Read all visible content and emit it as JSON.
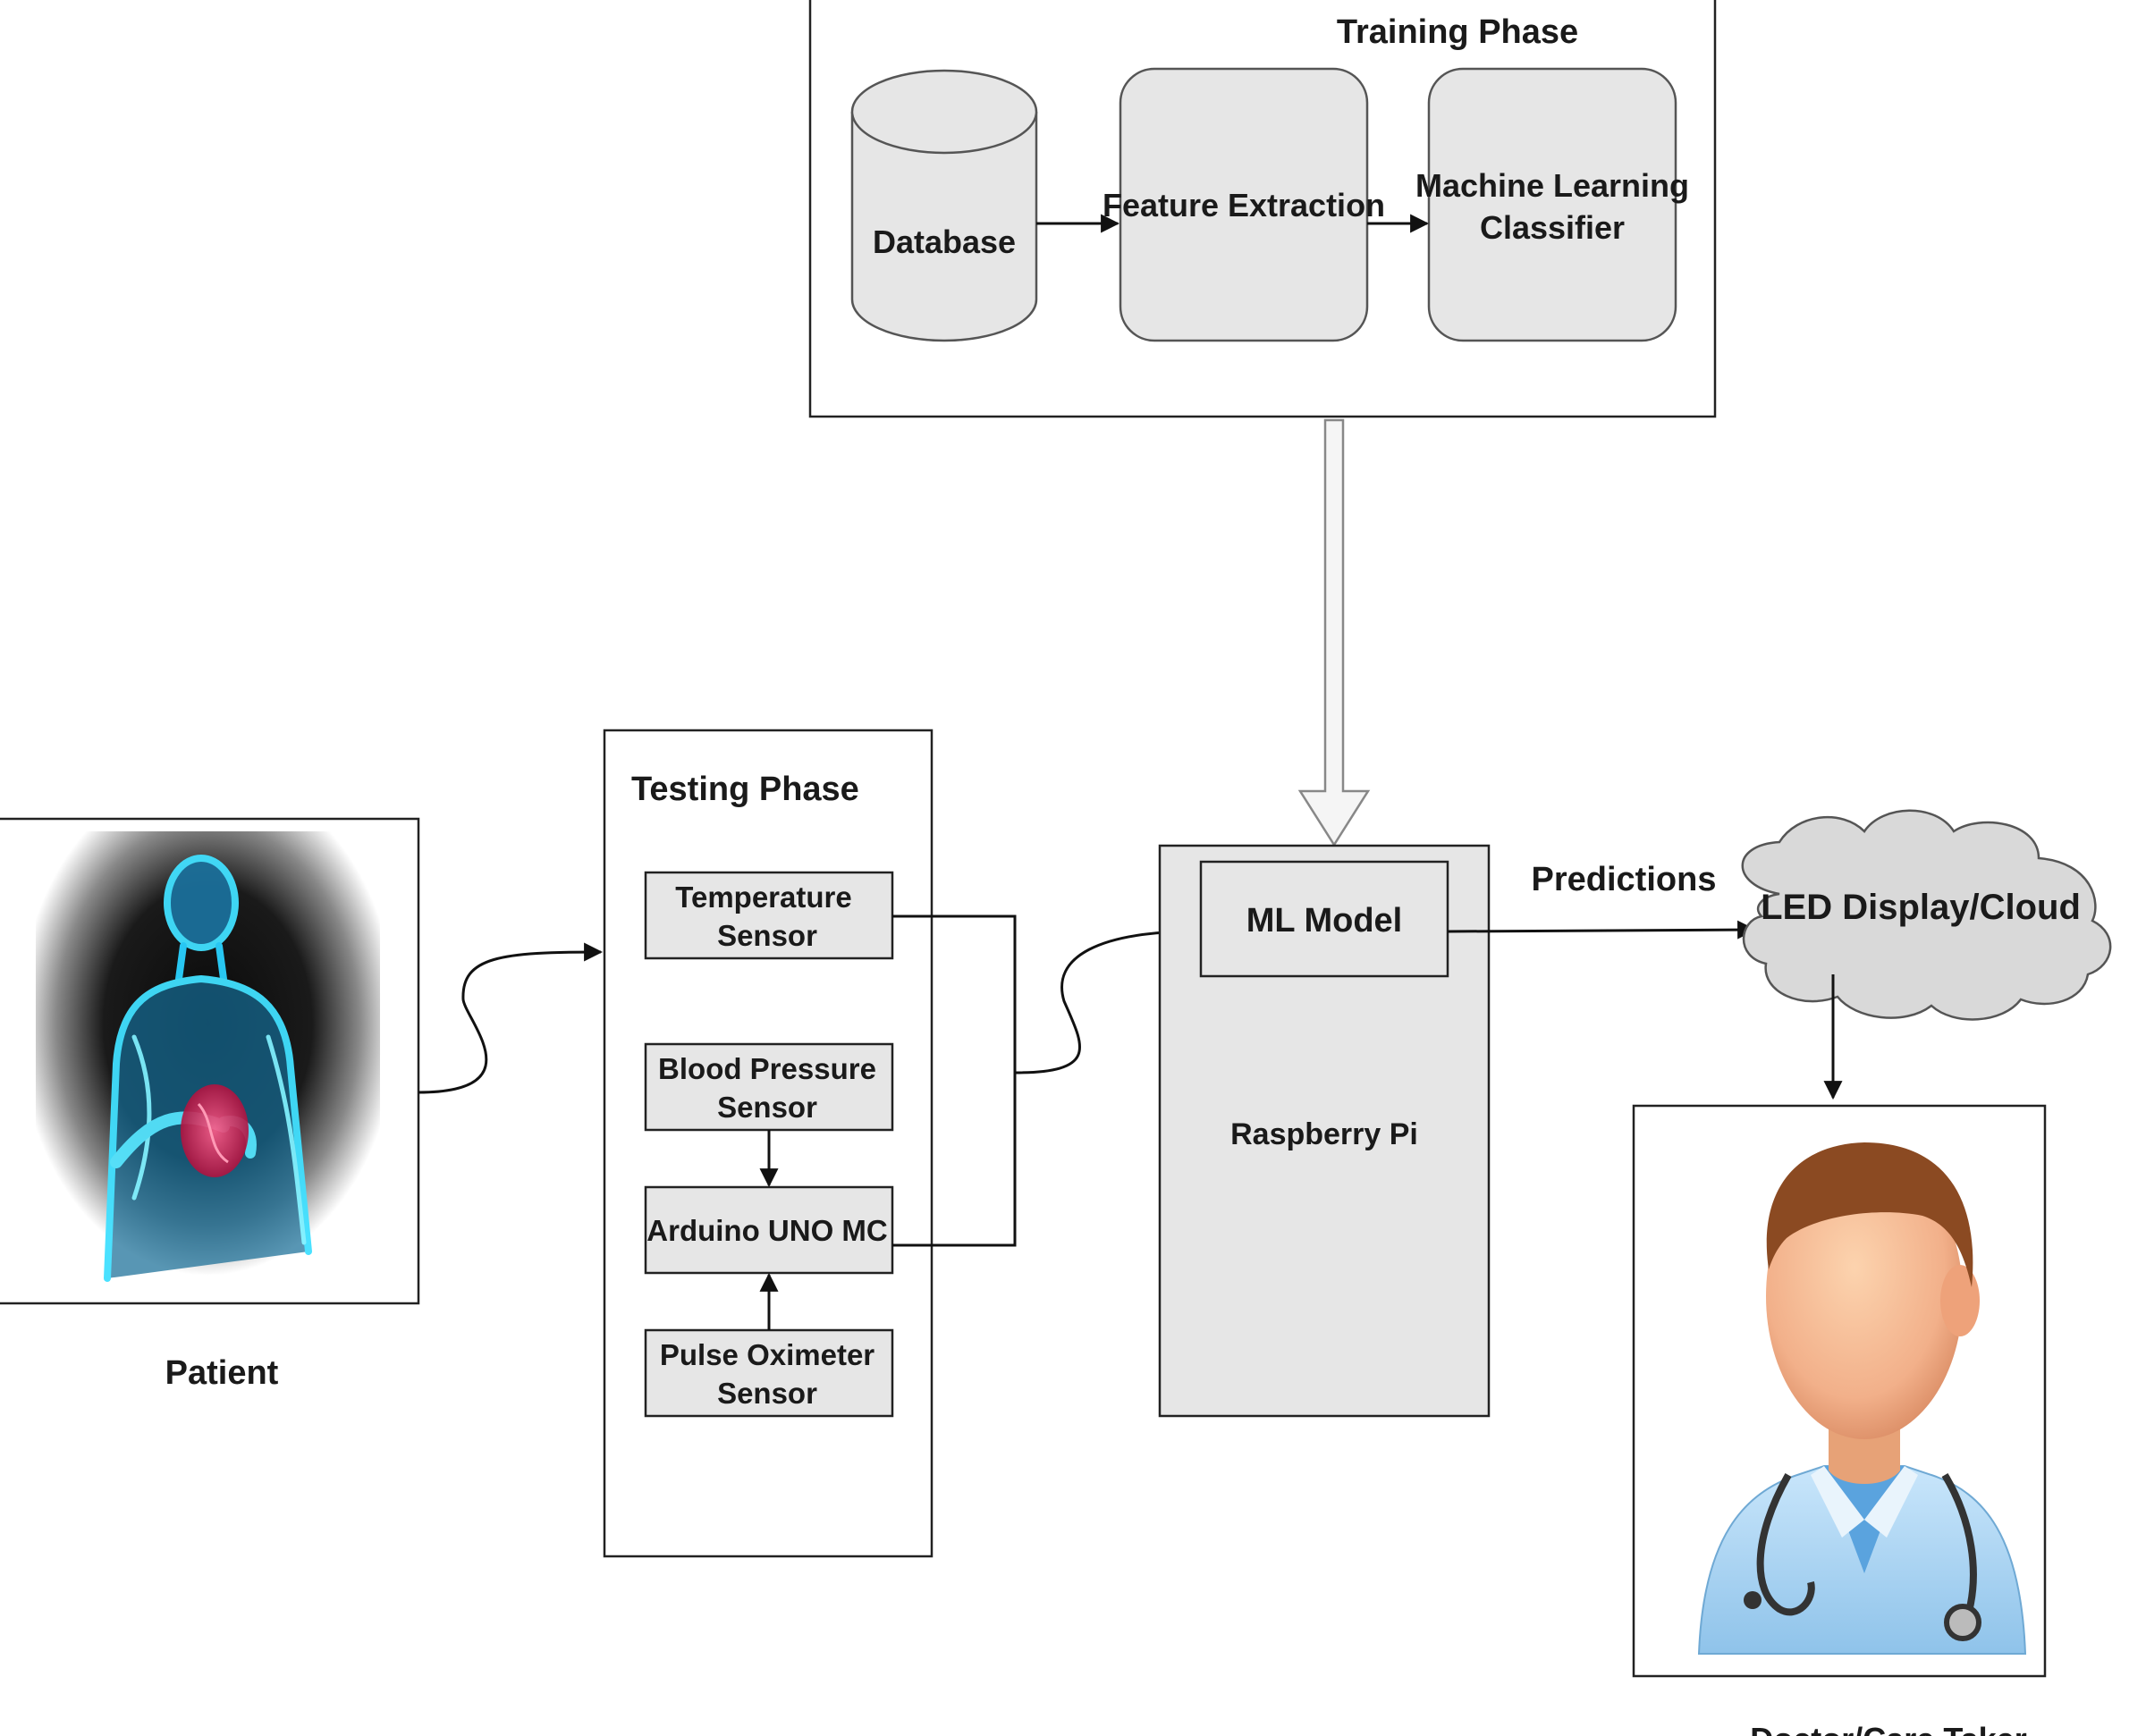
{
  "training": {
    "title": "Training Phase",
    "database": "Database",
    "feature_extraction": "Feature Extraction",
    "classifier_line1": "Machine Learning",
    "classifier_line2": "Classifier"
  },
  "testing": {
    "title": "Testing Phase",
    "temperature_line1": "Temperature",
    "temperature_line2": "Sensor",
    "bp_line1": "Blood Pressure",
    "bp_line2": "Sensor",
    "arduino": "Arduino UNO MC",
    "pulse_line1": "Pulse Oximeter",
    "pulse_line2": "Sensor"
  },
  "raspberry": {
    "ml_model": "ML Model",
    "label": "Raspberry Pi"
  },
  "predictions": "Predictions",
  "cloud": "LED Display/Cloud",
  "patient": "Patient",
  "doctor": "Doctor/Care Taker",
  "colors": {
    "box_fill": "#e6e6e6",
    "stroke": "#222222",
    "skin": "#f2b98a",
    "hair": "#8b4a22",
    "coat": "#a9d4f2",
    "body_glow": "#2ad1ff",
    "heart": "#e8265a"
  }
}
